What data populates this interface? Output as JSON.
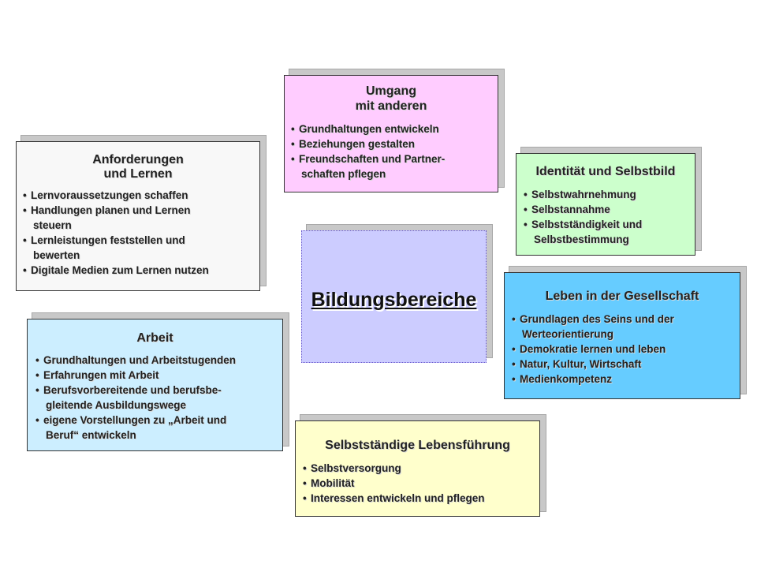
{
  "center": {
    "title": "Bildungsbereiche"
  },
  "umgang": {
    "title_1": "Umgang",
    "title_2": "mit anderen",
    "items": [
      "Grundhaltungen entwickeln",
      "Beziehungen gestalten",
      "Freundschaften und Partner-",
      "schaften pflegen"
    ]
  },
  "anforderungen": {
    "title_1": "Anforderungen",
    "title_2": "und Lernen",
    "items": [
      "Lernvoraussetzungen schaffen",
      "Handlungen planen und Lernen",
      "steuern",
      "Lernleistungen feststellen und",
      "bewerten",
      "Digitale Medien zum Lernen nutzen"
    ]
  },
  "identitaet": {
    "title": "Identität und Selbstbild",
    "items": [
      "Selbstwahrnehmung",
      "Selbstannahme",
      "Selbstständigkeit und",
      "Selbstbestimmung"
    ]
  },
  "leben": {
    "title": "Leben in der Gesellschaft",
    "items": [
      "Grundlagen des Seins und der",
      "Werteorientierung",
      "Demokratie lernen und leben",
      "Natur, Kultur, Wirtschaft",
      "Medienkompetenz"
    ]
  },
  "arbeit": {
    "title": "Arbeit",
    "items": [
      "Grundhaltungen und Arbeitstugenden",
      "Erfahrungen mit Arbeit",
      "Berufsvorbereitende und berufsbe-",
      "gleitende Ausbildungswege",
      "eigene Vorstellungen zu „Arbeit und",
      "Beruf“ entwickeln"
    ]
  },
  "selbst": {
    "title": "Selbstständige Lebensführung",
    "items": [
      "Selbstversorgung",
      "Mobilität",
      "Interessen entwickeln und pflegen"
    ]
  },
  "colors": {
    "umgang_bg": "#ffccff",
    "anforderungen_bg": "#f8f8f8",
    "identitaet_bg": "#ccffcc",
    "leben_bg": "#66ccff",
    "arbeit_bg": "#cceeff",
    "selbst_bg": "#ffffcc",
    "center_bg": "#ccccff"
  }
}
